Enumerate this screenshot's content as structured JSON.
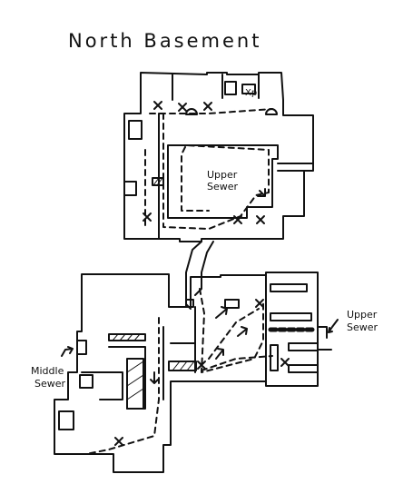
{
  "map": {
    "title": "North Basement",
    "labels": {
      "upper_sewer_center": [
        "Upper",
        "Sewer"
      ],
      "upper_sewer_right": [
        "Upper",
        "Sewer"
      ],
      "middle_sewer": [
        "Middle",
        "Sewer"
      ],
      "xp": "Xp"
    },
    "colors": {
      "ink": "#111111",
      "background": "#ffffff"
    }
  }
}
